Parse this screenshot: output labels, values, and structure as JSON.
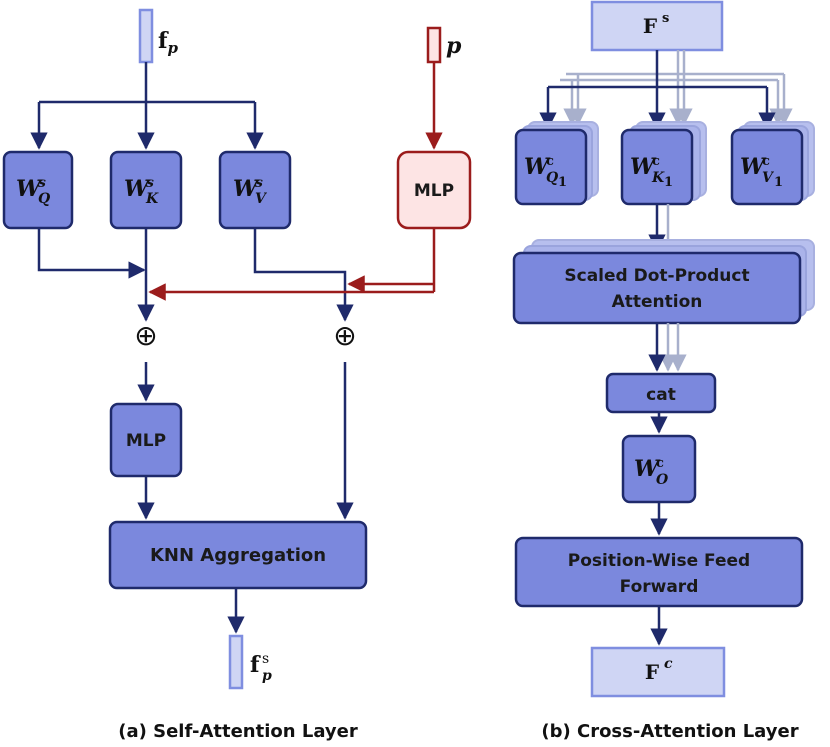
{
  "colors": {
    "box_fill": "#7b88dd",
    "box_stroke": "#1f2a6b",
    "light_fill": "#cfd5f4",
    "light_stroke": "#7f8ee0",
    "shadow_fill": "#b7bfee",
    "arrow_navy": "#1f2a6b",
    "arrow_red": "#9b1c1c",
    "mlp_red_fill": "#fde4e4",
    "arrow_ghost": "#a8b0cc"
  },
  "self_attention": {
    "input_vec": {
      "base": "f",
      "sub": "p"
    },
    "pos_vec": {
      "base": "p"
    },
    "wq": {
      "base": "W",
      "sup": "s",
      "sub": "Q"
    },
    "wk": {
      "base": "W",
      "sup": "s",
      "sub": "K"
    },
    "wv": {
      "base": "W",
      "sup": "s",
      "sub": "V"
    },
    "pos_mlp": "MLP",
    "plus_left": "⊕",
    "plus_right": "⊕",
    "mlp": "MLP",
    "knn": "KNN Aggregation",
    "output_vec": {
      "base": "f",
      "sup": "s",
      "sub": "p"
    },
    "caption": "(a) Self-Attention Layer"
  },
  "cross_attention": {
    "input": {
      "base": "F",
      "sup": "s"
    },
    "wq": {
      "base": "W",
      "sup": "c",
      "sub": "Q",
      "subsub": "1"
    },
    "wk": {
      "base": "W",
      "sup": "c",
      "sub": "K",
      "subsub": "1"
    },
    "wv": {
      "base": "W",
      "sup": "c",
      "sub": "V",
      "subsub": "1"
    },
    "attention": {
      "line1": "Scaled Dot-Product",
      "line2": "Attention"
    },
    "cat": "cat",
    "wo": {
      "base": "W",
      "sup": "c",
      "sub": "O"
    },
    "ffn": {
      "line1": "Position-Wise Feed",
      "line2": "Forward"
    },
    "output": {
      "base": "F",
      "sup": "c"
    },
    "caption": "(b) Cross-Attention Layer"
  }
}
